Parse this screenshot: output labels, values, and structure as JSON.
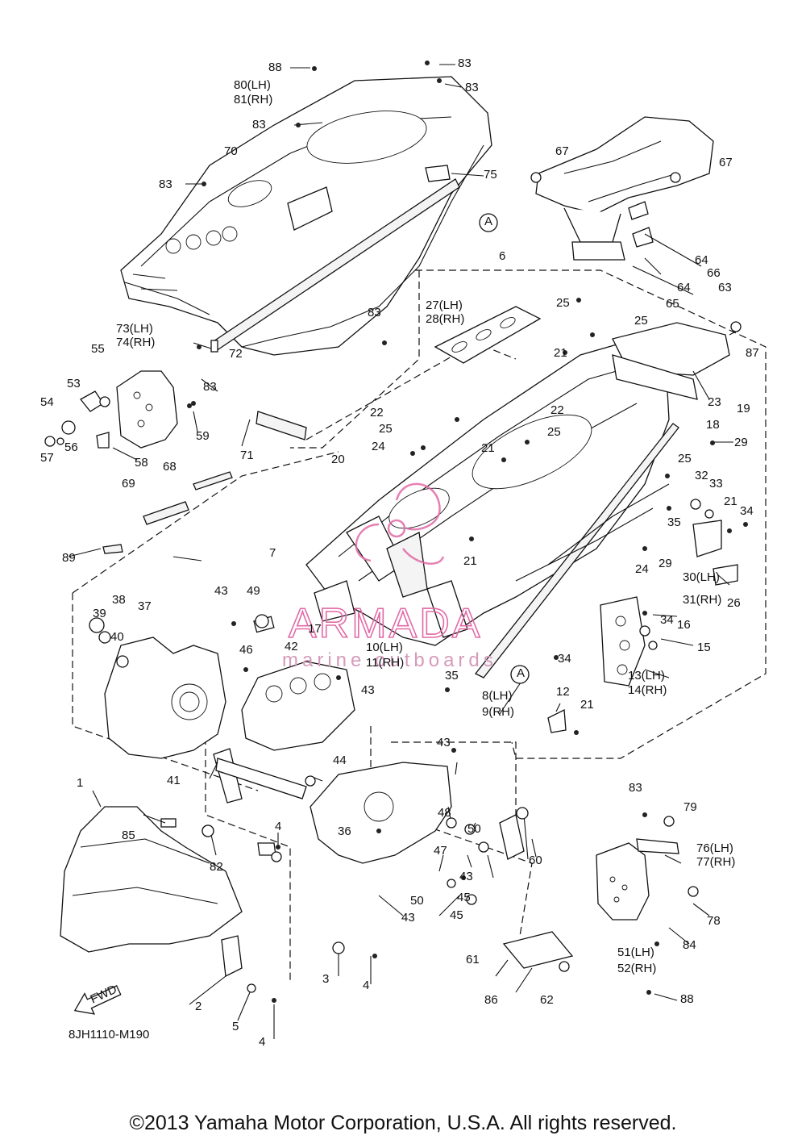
{
  "diagram_code": "8JH1110-M190",
  "copyright": "©2013 Yamaha Motor Corporation, U.S.A. All rights reserved.",
  "fwd_label": "FWD",
  "watermark": {
    "name": "ARMADA",
    "tagline": "marine outboards",
    "color": "#e26aa6"
  },
  "callouts": [
    "88",
    "80(LH)",
    "81(RH)",
    "83",
    "83",
    "83",
    "70",
    "75",
    "83",
    "67",
    "67",
    "64",
    "66",
    "64",
    "63",
    "65",
    "6",
    "73(LH)",
    "74(RH)",
    "83",
    "72",
    "27(LH)",
    "28(RH)",
    "A",
    "25",
    "83",
    "25",
    "87",
    "55",
    "53",
    "54",
    "56",
    "57",
    "59",
    "58",
    "21",
    "22",
    "22",
    "25",
    "25",
    "19",
    "23",
    "18",
    "29",
    "71",
    "24",
    "21",
    "20",
    "68",
    "69",
    "25",
    "32",
    "33",
    "21",
    "34",
    "35",
    "29",
    "24",
    "30(LH)",
    "31(RH)",
    "26",
    "89",
    "7",
    "43",
    "49",
    "39",
    "38",
    "37",
    "40",
    "17",
    "21",
    "42",
    "10(LH)",
    "11(RH)",
    "46",
    "43",
    "35",
    "A",
    "34",
    "16",
    "15",
    "8(LH)",
    "9(RH)",
    "34",
    "13(LH)",
    "14(RH)",
    "12",
    "21",
    "43",
    "44",
    "41",
    "1",
    "48",
    "50",
    "85",
    "82",
    "36",
    "47",
    "43",
    "45",
    "60",
    "83",
    "79",
    "76(LH)",
    "77(RH)",
    "4",
    "50",
    "43",
    "45",
    "78",
    "61",
    "84",
    "3",
    "4",
    "51(LH)",
    "52(RH)",
    "2",
    "5",
    "86",
    "62",
    "88",
    "4"
  ]
}
